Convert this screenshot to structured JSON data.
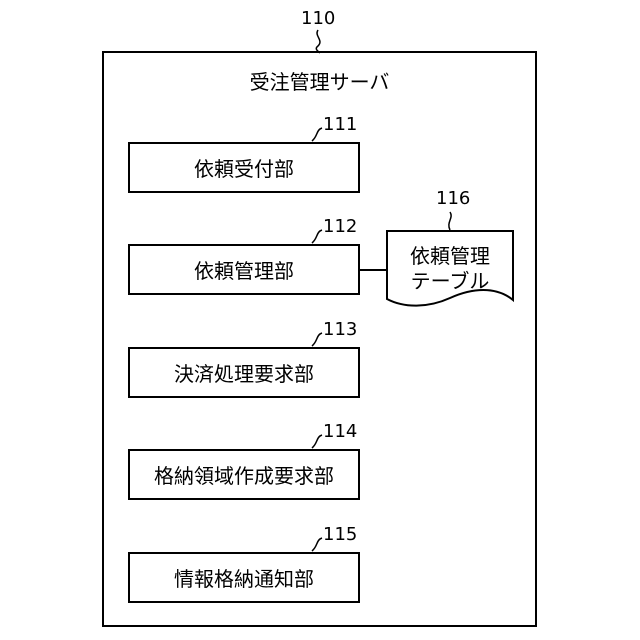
{
  "server": {
    "ref": "110",
    "title": "受注管理サーバ"
  },
  "units": [
    {
      "ref": "111",
      "label": "依頼受付部"
    },
    {
      "ref": "112",
      "label": "依頼管理部"
    },
    {
      "ref": "113",
      "label": "決済処理要求部"
    },
    {
      "ref": "114",
      "label": "格納領域作成要求部"
    },
    {
      "ref": "115",
      "label": "情報格納通知部"
    }
  ],
  "table": {
    "ref": "116",
    "line1": "依頼管理",
    "line2": "テーブル"
  }
}
